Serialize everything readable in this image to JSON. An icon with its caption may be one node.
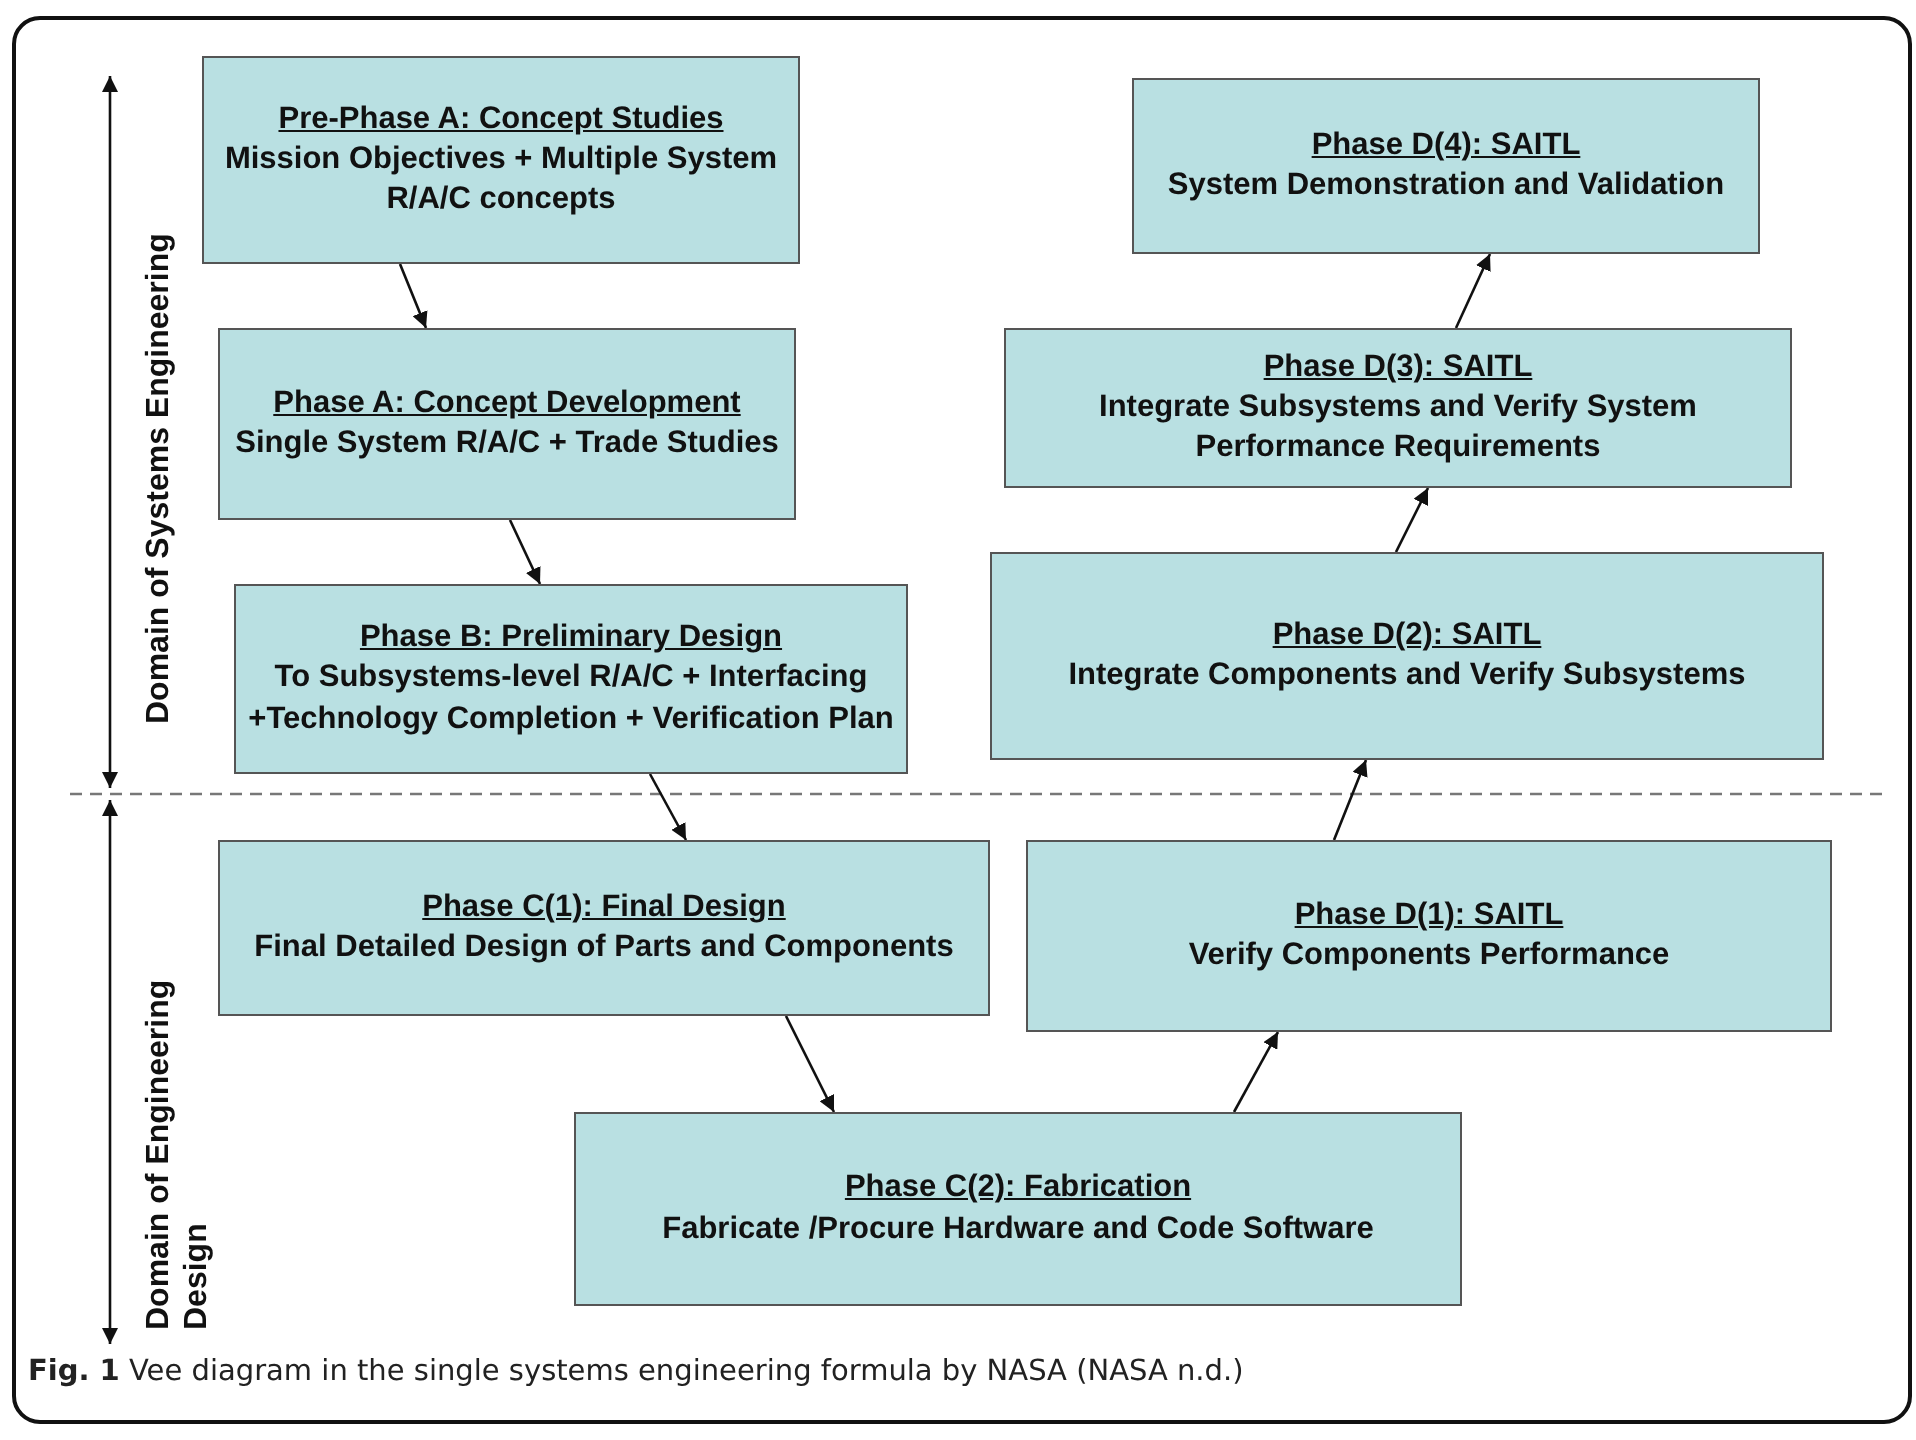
{
  "diagram": {
    "caption": "**Fig. 1** Vee diagram in the single systems engineering formula by NASA (NASA n.d.)",
    "nodes": [
      {
        "text": [
          "Pre-Phase A: Concept Studies",
          "Mission Objectives + Multiple System R/A/C concepts"
        ]
      },
      {
        "text": [
          "Phase A: Concept Development",
          "Single System R/A/C + Trade Studies"
        ]
      },
      {
        "text": [
          "Phase B: Preliminary Design",
          "To Subsystems-level R/A/C + Interfacing +Technology Completion + Verification Plan"
        ]
      },
      {
        "text": [
          "Phase C(1): Final Design",
          "Final Detailed Design of Parts and Components"
        ]
      },
      {
        "text": [
          "Phase C(2): Fabrication",
          "Fabricate /Procure Hardware and  Code Software"
        ]
      },
      {
        "text": [
          "Phase D(1): SAITL",
          "Verify Components Performance"
        ]
      },
      {
        "text": [
          "Phase D(2): SAITL",
          "Integrate Components and Verify Subsystems"
        ]
      },
      {
        "text": [
          "Phase D(3): SAITL",
          "Integrate Subsystems and Verify System Performance Requirements"
        ]
      },
      {
        "text": [
          "Phase D(4): SAITL",
          "System Demonstration and Validation"
        ]
      }
    ],
    "edges": [
      {
        "from": 0,
        "to": 1,
        "arrow": "to"
      },
      {
        "from": 1,
        "to": 2,
        "arrow": "to"
      },
      {
        "from": 2,
        "to": 3,
        "arrow": "to"
      },
      {
        "from": 3,
        "to": 4,
        "arrow": "to"
      },
      {
        "from": 4,
        "to": 5,
        "arrow": "to"
      },
      {
        "from": 5,
        "to": 6,
        "arrow": "to"
      },
      {
        "from": 6,
        "to": 7,
        "arrow": "to"
      },
      {
        "from": 7,
        "to": 8,
        "arrow": "to"
      }
    ],
    "labels": [
      "Domain of Systems Engineering",
      "Domain of Engineering Design"
    ]
  }
}
